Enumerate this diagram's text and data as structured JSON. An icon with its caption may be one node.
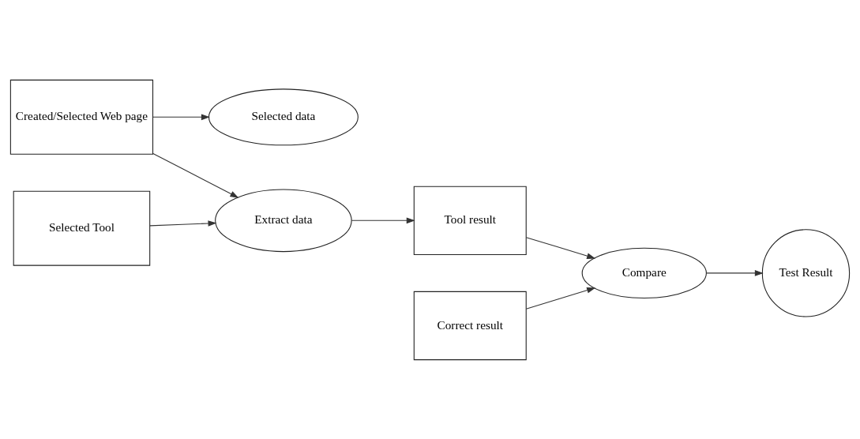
{
  "diagram": {
    "nodes": [
      {
        "text": [
          "Created/Selected Web page"
        ]
      },
      {
        "text": [
          "Selected data"
        ]
      },
      {
        "text": [
          "Extract data"
        ]
      },
      {
        "text": [
          "Selected Tool"
        ]
      },
      {
        "text": [
          "Correct result"
        ]
      },
      {
        "text": [
          "Compare"
        ]
      },
      {
        "text": [
          "Tool result"
        ]
      },
      {
        "text": [
          "Test Result"
        ]
      }
    ],
    "edges": [
      {
        "from": 0,
        "to": 1,
        "arrow": "to"
      },
      {
        "from": 0,
        "to": 2,
        "arrow": "to"
      },
      {
        "from": 3,
        "to": 2,
        "arrow": "to"
      },
      {
        "from": 2,
        "to": 6,
        "arrow": "to"
      },
      {
        "from": 4,
        "to": 5,
        "arrow": "to"
      },
      {
        "from": 6,
        "to": 5,
        "arrow": "to"
      },
      {
        "from": 5,
        "to": 7,
        "arrow": "to"
      }
    ]
  }
}
